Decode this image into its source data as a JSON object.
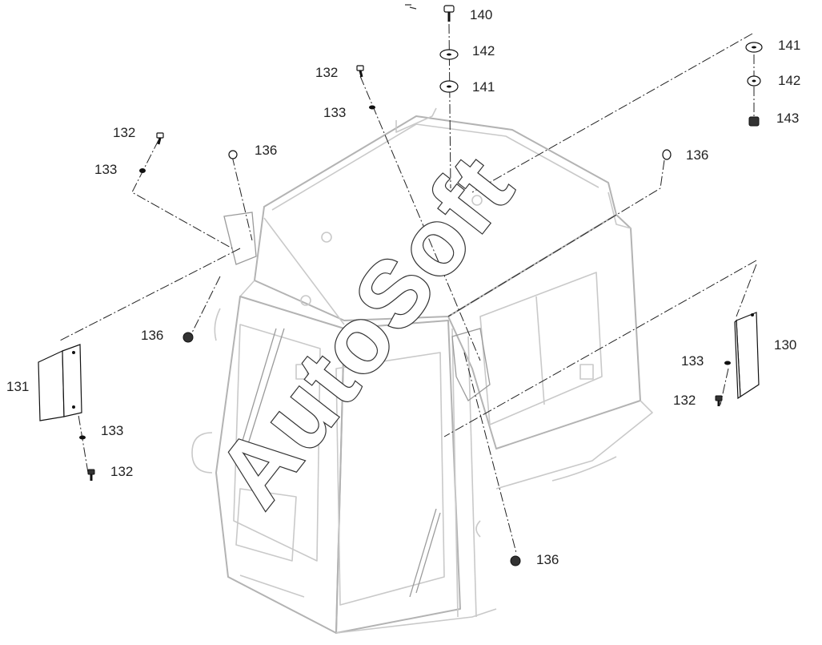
{
  "watermark": "AutoSoft",
  "callouts": {
    "c140": "140",
    "c142_top": "142",
    "c141_top": "141",
    "c141_right": "141",
    "c142_right": "142",
    "c143": "143",
    "c132_topmid": "132",
    "c133_topmid": "133",
    "c132_topleft": "132",
    "c133_topleft": "133",
    "c136_topleft": "136",
    "c136_topright": "136",
    "c136_left": "136",
    "c136_bottom": "136",
    "c131": "131",
    "c133_left": "133",
    "c132_left": "132",
    "c130": "130",
    "c133_right": "133",
    "c132_right": "132"
  }
}
